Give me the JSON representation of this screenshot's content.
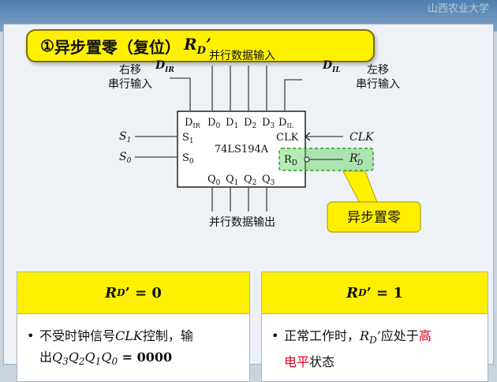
{
  "watermark": "山西农业大学",
  "title": {
    "circle_num": "①",
    "text": "异步置零（复位）",
    "symbol_main": "R",
    "symbol_sub": "D",
    "symbol_prime": "’"
  },
  "diagram": {
    "chip_name": "74LS194A",
    "top_label": "并行数据输入",
    "bottom_label": "并行数据输出",
    "left_shift": {
      "line1": "右移",
      "line2": "串行输入",
      "sym_main": "D",
      "sym_sub": "IR"
    },
    "right_shift": {
      "line1": "左移",
      "line2": "串行输入",
      "sym_main": "D",
      "sym_sub": "IL"
    },
    "pins_top": [
      {
        "main": "D",
        "sub": "IR"
      },
      {
        "main": "D",
        "sub": "0"
      },
      {
        "main": "D",
        "sub": "1"
      },
      {
        "main": "D",
        "sub": "2"
      },
      {
        "main": "D",
        "sub": "3"
      },
      {
        "main": "D",
        "sub": "IL"
      }
    ],
    "pins_bottom": [
      {
        "main": "Q",
        "sub": "0"
      },
      {
        "main": "Q",
        "sub": "1"
      },
      {
        "main": "Q",
        "sub": "2"
      },
      {
        "main": "Q",
        "sub": "3"
      }
    ],
    "pin_s1": {
      "main": "S",
      "sub": "1"
    },
    "pin_s0": {
      "main": "S",
      "sub": "0"
    },
    "ext_s1": {
      "main": "S",
      "sub": "1"
    },
    "ext_s0": {
      "main": "S",
      "sub": "0"
    },
    "pin_clk": "CLK",
    "ext_clk": "CLK",
    "pin_rd": {
      "main": "R",
      "sub": "D"
    },
    "ext_rd": {
      "main": "R",
      "prime": "′",
      "sub": "D"
    },
    "callout": "异步置零",
    "callout_color": "#fff000",
    "highlight_color": "#3cc83c"
  },
  "cases": [
    {
      "head_main": "R",
      "head_sub": "D",
      "head_rest": "’ = 0",
      "line1_a": "不受时钟信号",
      "line1_clk": "CLK",
      "line1_b": "控制，输",
      "line2_a": "出",
      "q_seq": [
        {
          "main": "Q",
          "sub": "3"
        },
        {
          "main": "Q",
          "sub": "2"
        },
        {
          "main": "Q",
          "sub": "1"
        },
        {
          "main": "Q",
          "sub": "0"
        }
      ],
      "line2_value": " = 0000"
    },
    {
      "head_main": "R",
      "head_sub": "D",
      "head_rest": "’ = 1",
      "line1_a": "正常工作时，",
      "line1_sym": "R",
      "line1_sym_sub": "D",
      "line1_b": "’应处于",
      "line1_red": "高",
      "line2_red": "电平",
      "line2_b": "状态"
    }
  ],
  "bullet": "•"
}
